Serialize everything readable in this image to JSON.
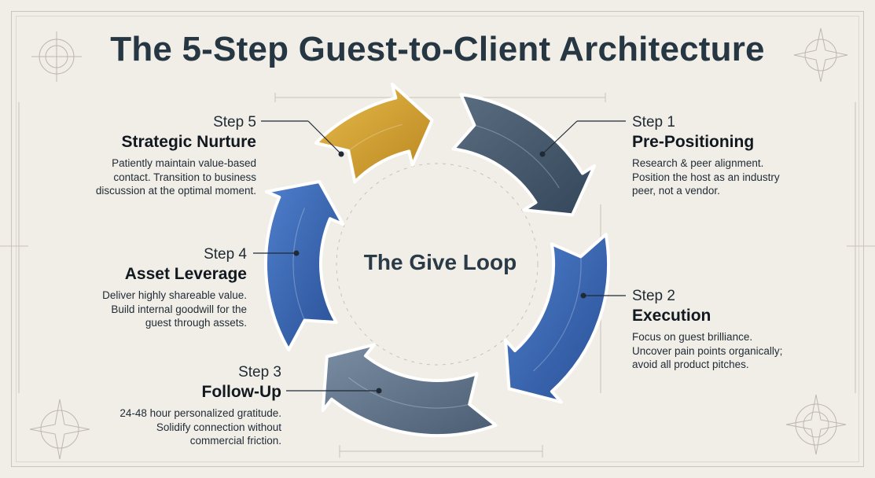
{
  "title": "The 5-Step Guest-to-Client Architecture",
  "center_label": "The Give Loop",
  "steps": [
    {
      "number": "Step 1",
      "title": "Pre-Positioning",
      "description": [
        "Research & peer alignment.",
        "Position the host as an industry",
        "peer, not a vendor."
      ],
      "color": "#47596d"
    },
    {
      "number": "Step 2",
      "title": "Execution",
      "description": [
        "Focus on guest brilliance.",
        "Uncover pain points organically;",
        "avoid all product pitches."
      ],
      "color": "#3a64ad"
    },
    {
      "number": "Step 3",
      "title": "Follow-Up",
      "description": [
        "24-48 hour personalized gratitude.",
        "Solidify connection without",
        "commercial friction."
      ],
      "color": "#5c7088"
    },
    {
      "number": "Step 4",
      "title": "Asset Leverage",
      "description": [
        "Deliver highly shareable value.",
        "Build internal goodwill for the",
        "guest through assets."
      ],
      "color": "#3a64ad"
    },
    {
      "number": "Step 5",
      "title": "Strategic Nurture",
      "description": [
        "Patiently maintain value-based",
        "contact. Transition to business",
        "discussion at the optimal moment."
      ],
      "color": "#d4a33a"
    }
  ]
}
